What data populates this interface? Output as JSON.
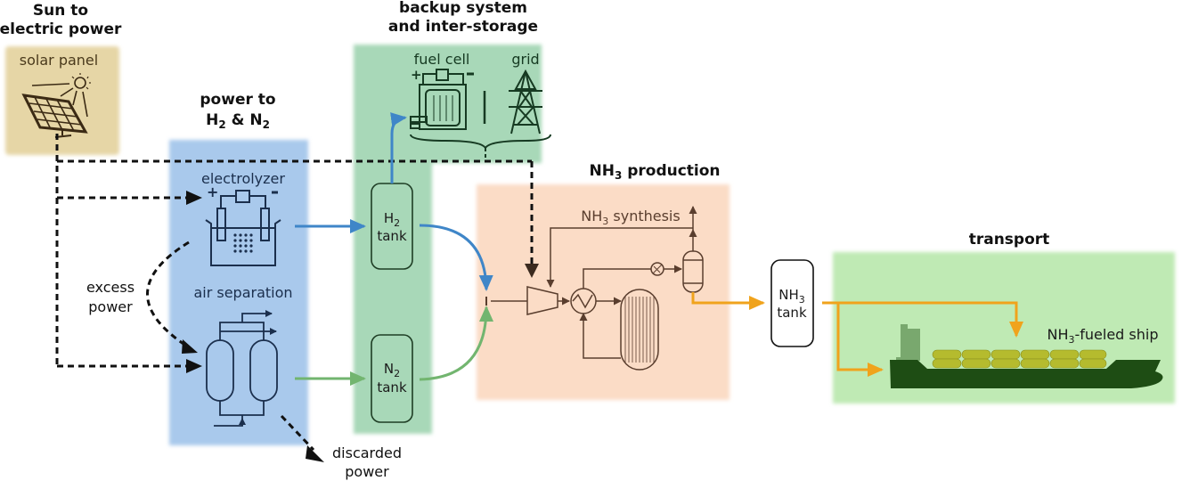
{
  "sections": {
    "sun": {
      "title_line1": "Sun to",
      "title_line2": "electric power",
      "box_label": "solar panel",
      "color": "#e6d6a6"
    },
    "power": {
      "title_line1": "power to",
      "title_line2_a": "H",
      "title_line2_sub1": "2",
      "title_line2_b": " & N",
      "title_line2_sub2": "2",
      "color": "#a9c9ec",
      "electrolyzer_label": "electrolyzer",
      "air_separation_label": "air separation"
    },
    "backup": {
      "title_line1": "backup system",
      "title_line2": "and inter-storage",
      "color": "#a8d8b8",
      "fuel_cell_label": "fuel cell",
      "grid_label": "grid"
    },
    "nh3": {
      "title_a": "NH",
      "title_sub": "3",
      "title_b": " production",
      "color": "#fbdcc6",
      "synthesis_a": "NH",
      "synthesis_sub": "3",
      "synthesis_b": " synthesis"
    },
    "transport": {
      "title": "transport",
      "color": "#bfeab4",
      "ship_a": "NH",
      "ship_sub": "3",
      "ship_b": "-fueled ship"
    }
  },
  "tanks": {
    "h2": {
      "a": "H",
      "sub": "2",
      "b": "tank"
    },
    "n2": {
      "a": "N",
      "sub": "2",
      "b": "tank"
    },
    "nh3": {
      "a": "NH",
      "sub": "3",
      "b": "tank"
    }
  },
  "annotations": {
    "excess_line1": "excess",
    "excess_line2": "power",
    "discarded_line1": "discarded",
    "discarded_line2": "power"
  },
  "colors": {
    "h2_flow": "#3f86c8",
    "n2_flow": "#72b56f",
    "nh3_flow": "#f0a31c",
    "power_flow": "#111111",
    "process": "#5a3e2e",
    "ship_hull": "#1e4d14",
    "ship_tanks": "#b5bb2e",
    "ship_bridge": "#79a86e"
  }
}
